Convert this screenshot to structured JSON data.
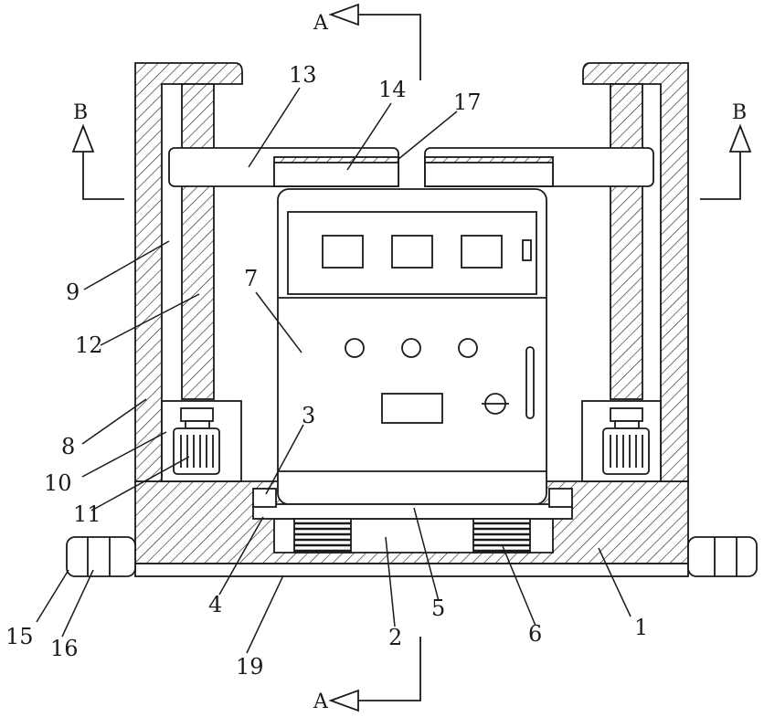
{
  "diagram": {
    "part_numbers": [
      "1",
      "2",
      "3",
      "4",
      "5",
      "6",
      "7",
      "8",
      "9",
      "10",
      "11",
      "12",
      "13",
      "14",
      "15",
      "16",
      "17",
      "19"
    ],
    "section_marks": {
      "a_top": "A",
      "a_bottom": "A",
      "b_left": "B",
      "b_right": "B"
    },
    "colors": {
      "stroke": "#1a1a1a",
      "background": "#ffffff"
    }
  }
}
